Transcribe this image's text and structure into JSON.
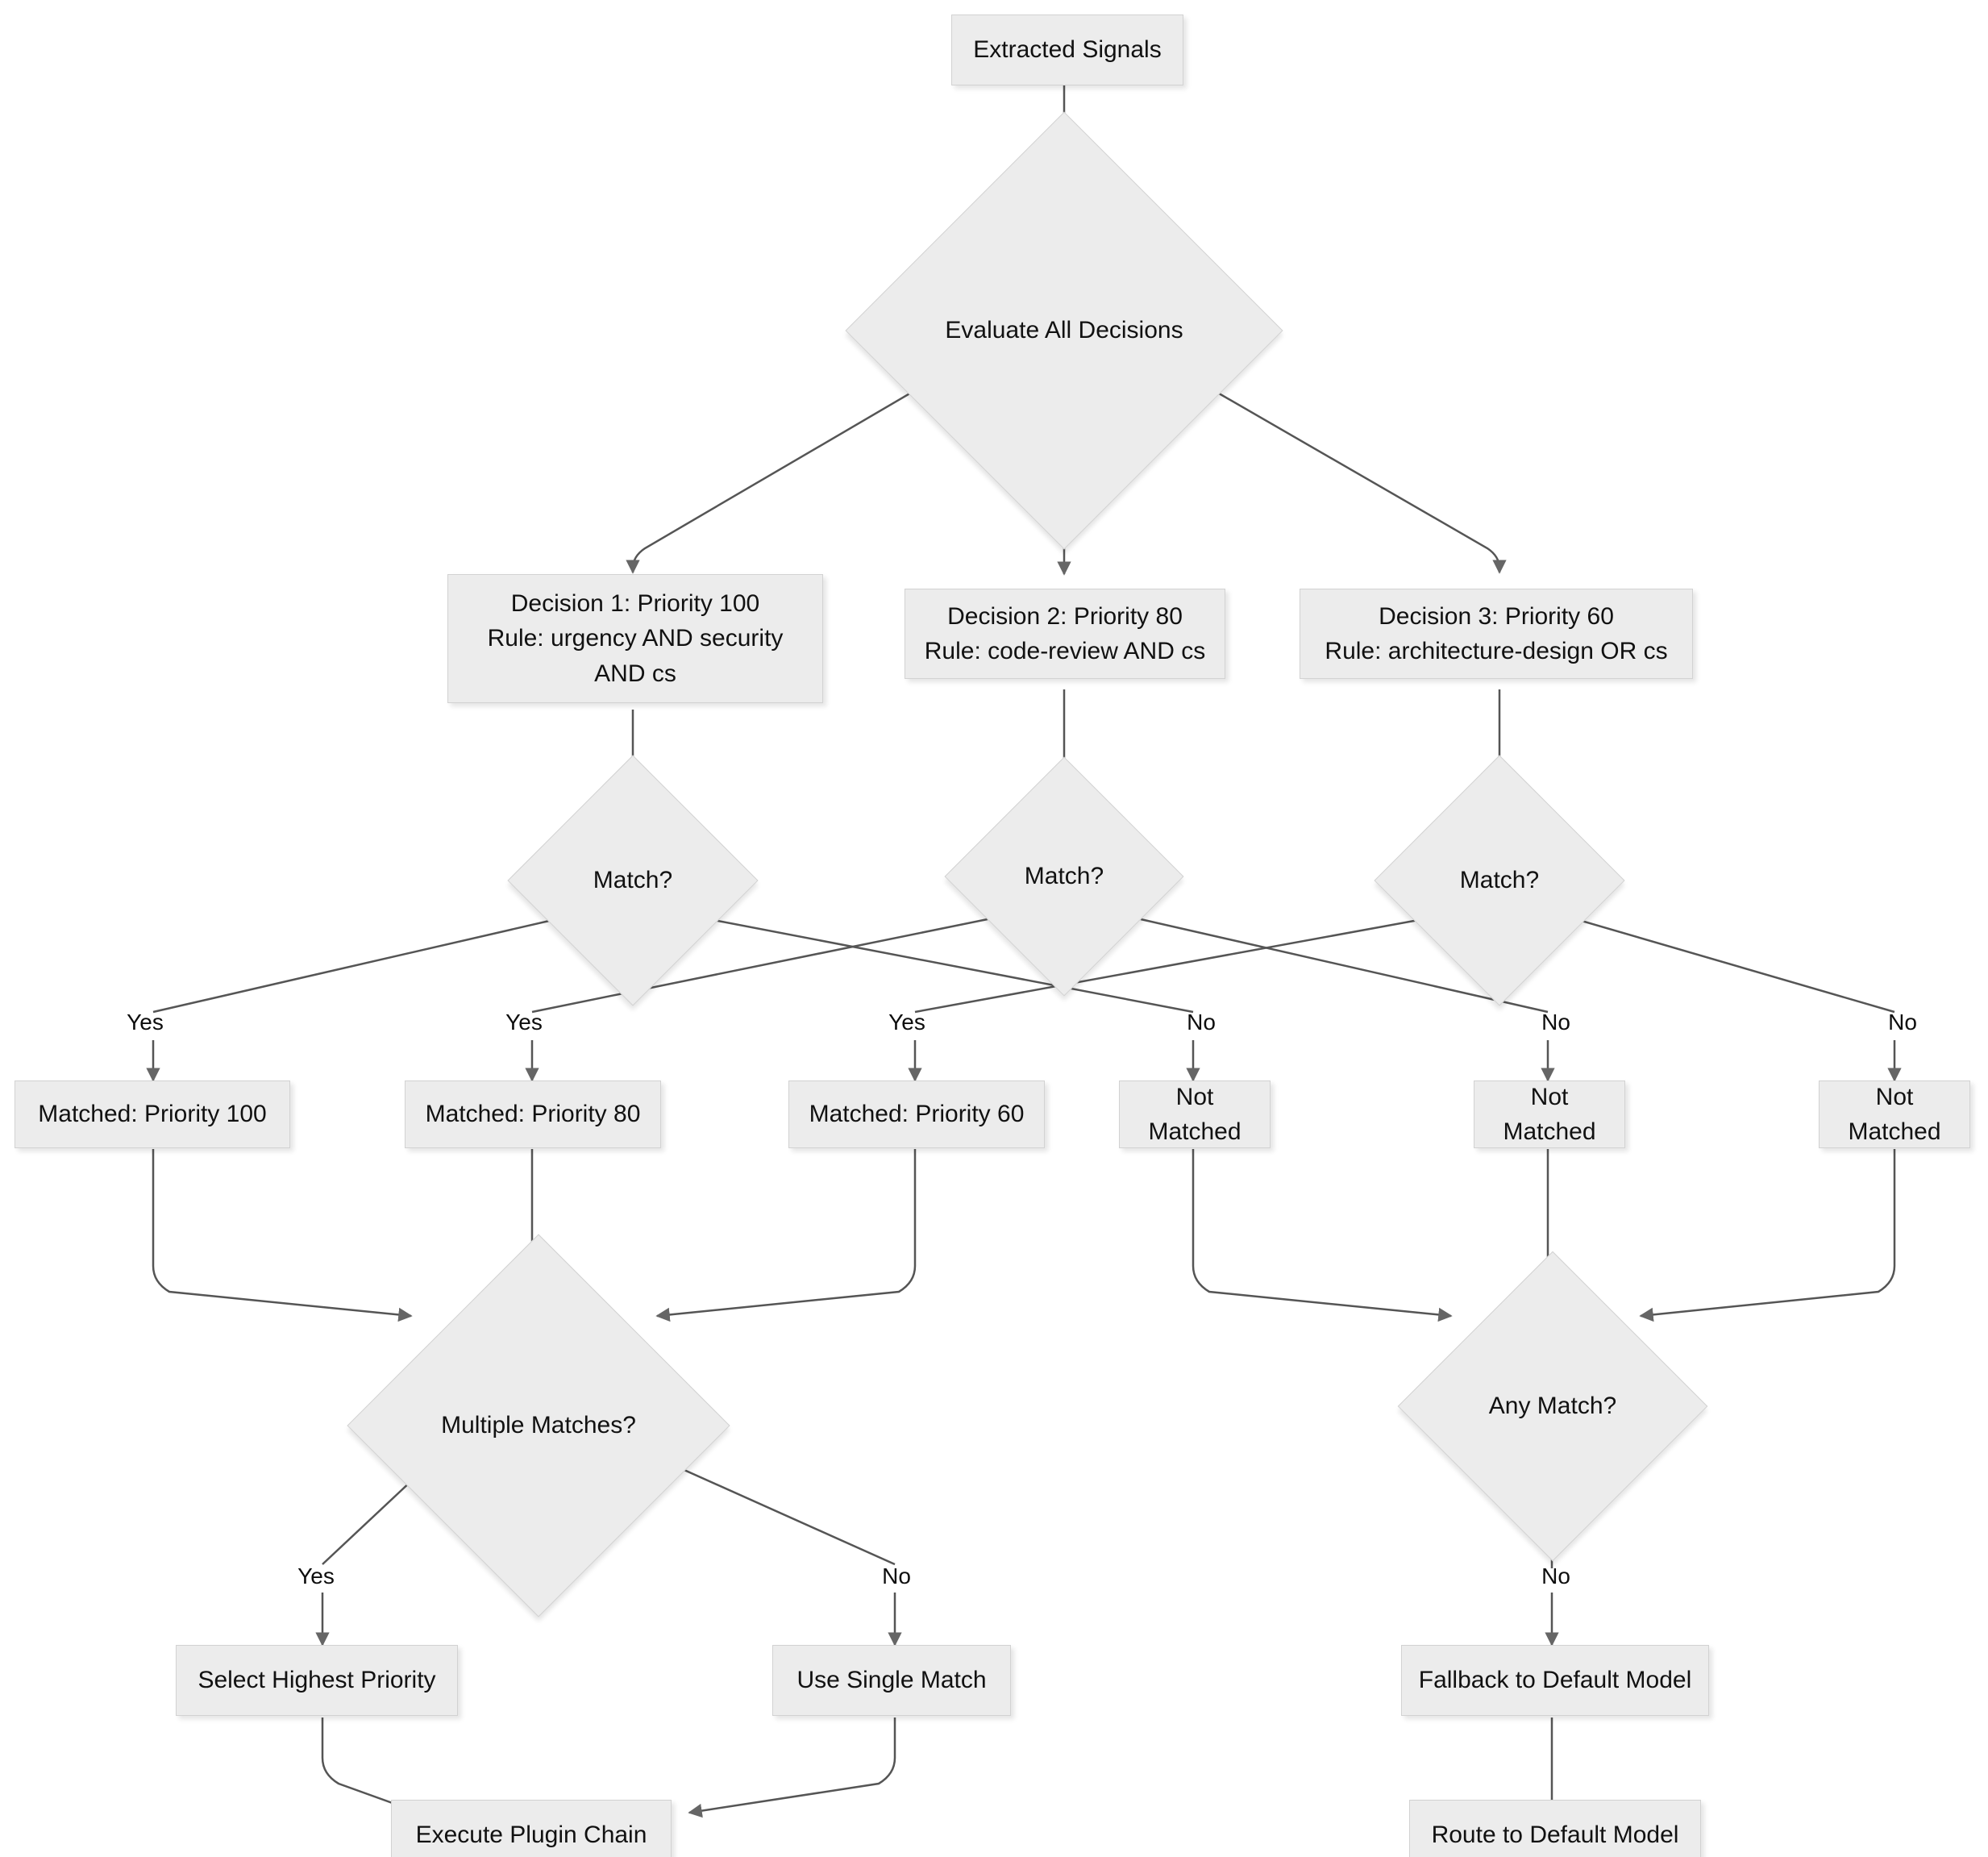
{
  "diagram": {
    "type": "flowchart",
    "title": "Decision Routing Flowchart",
    "direction": "top-down",
    "theme": {
      "node_fill": "#ececec",
      "node_stroke": "#d2d2d2",
      "edge_stroke": "#555555",
      "text_color": "#111111",
      "background": "#ffffff"
    },
    "nodes": {
      "extracted_signals": "Extracted Signals",
      "evaluate_all": "Evaluate All Decisions",
      "decision1": "Decision 1: Priority 100\nRule: urgency AND security\nAND cs",
      "decision2": "Decision 2: Priority 80\nRule: code-review AND cs",
      "decision3": "Decision 3: Priority 60\nRule: architecture-design OR cs",
      "match1": "Match?",
      "match2": "Match?",
      "match3": "Match?",
      "matched100": "Matched: Priority 100",
      "matched80": "Matched: Priority 80",
      "matched60": "Matched: Priority 60",
      "not_matched1": "Not Matched",
      "not_matched2": "Not Matched",
      "not_matched3": "Not Matched",
      "multiple_matches": "Multiple Matches?",
      "any_match": "Any Match?",
      "select_highest": "Select Highest Priority",
      "use_single": "Use Single Match",
      "execute_plugin_chain": "Execute Plugin Chain",
      "fallback_default": "Fallback to Default Model",
      "route_default": "Route to Default Model"
    },
    "edge_labels": {
      "yes1": "Yes",
      "yes2": "Yes",
      "yes3": "Yes",
      "no1": "No",
      "no2": "No",
      "no3": "No",
      "mm_yes": "Yes",
      "mm_no": "No",
      "am_no": "No"
    }
  }
}
